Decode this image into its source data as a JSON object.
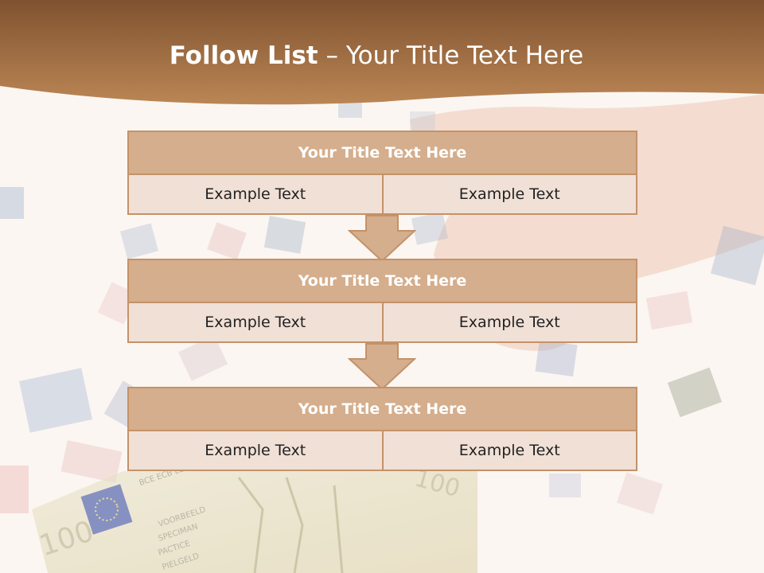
{
  "title": {
    "bold": "Follow List",
    "rest": " – Your Title Text Here"
  },
  "blocks": [
    {
      "title": "Your Title Text Here",
      "left": "Example Text",
      "right": "Example Text"
    },
    {
      "title": "Your Title Text Here",
      "left": "Example Text",
      "right": "Example Text"
    },
    {
      "title": "Your Title Text Here",
      "left": "Example Text",
      "right": "Example Text"
    }
  ],
  "background": {
    "banknote_denomination": "100",
    "banknote_text": "BCE ECB EZB",
    "banknote_specimen_words": [
      "VOORBEELD",
      "SPECIMAN",
      "PACTICE",
      "PIELGELD"
    ]
  },
  "colors": {
    "header_band": "#a9703f",
    "block_fill": "#d4ae8d",
    "block_border": "#c49269",
    "cell_fill": "#f0e0d6"
  }
}
